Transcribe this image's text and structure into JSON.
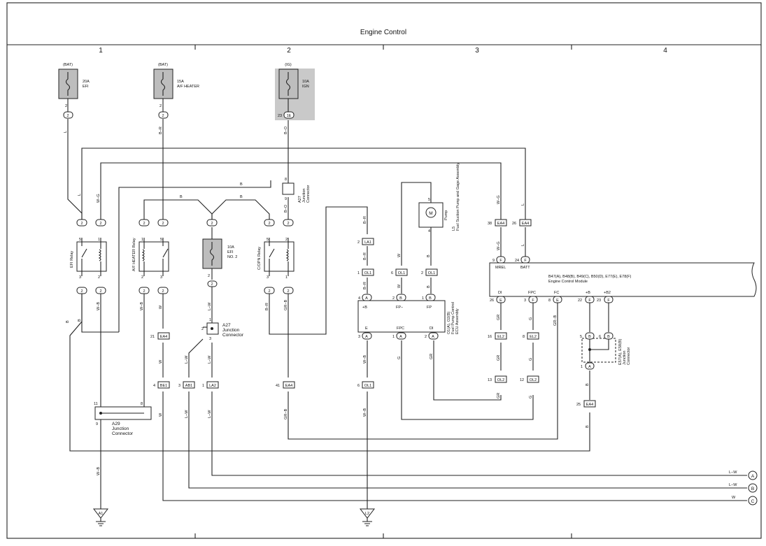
{
  "title": "Engine Control",
  "columns": [
    "1",
    "2",
    "3",
    "4"
  ],
  "fuses": [
    {
      "source": "(BAT)",
      "rating": "20A",
      "name": "EFI",
      "pin": "2"
    },
    {
      "source": "(BAT)",
      "rating": "15A",
      "name": "A/F HEATER",
      "pin": "2"
    },
    {
      "source": "(IG)",
      "rating": "10A",
      "name": "IGN",
      "pin": "23",
      "pin_connector": "1E"
    },
    {
      "rating": "10A",
      "name": "EFI",
      "name2": "NO. 2"
    }
  ],
  "relays": [
    "EFI Relay",
    "A/F HEATER Relay",
    "C/OPN Relay"
  ],
  "junctions": {
    "a27_top": [
      "A27",
      "Junction",
      "Connector"
    ],
    "a27_mid": [
      "A27",
      "Junction",
      "Connector"
    ],
    "a29": [
      "A29",
      "Junction",
      "Connector"
    ],
    "e57": [
      "E57(A), E58(B)",
      "Junction",
      "Connector"
    ]
  },
  "components": {
    "pump_label": "Pump",
    "pump_letter": "M",
    "pump_id": "L5",
    "pump_desc": "Fuel Suction Pump and Gage Assembly",
    "fp_ecu_id": "O1(A), O2(B)",
    "fp_ecu_name": "Fuel Pump Control",
    "fp_ecu_name2": "ECU Assembly",
    "ecm_ids": "B47(A), B48(B), B49(C), B50(D), E77(E), E78(F)",
    "ecm_name": "Engine Control Module",
    "fp_ecu_pins": {
      "b_plus": "+B",
      "fp_minus": "FP−",
      "fp": "FP",
      "e": "E",
      "fpc": "FPC",
      "di": "DI"
    },
    "ecm_pins": {
      "mrel": "MREL",
      "batt": "BATT",
      "di": "DI",
      "fpc": "FPC",
      "fc": "FC",
      "b_plus": "+B",
      "b2": "+B2"
    }
  },
  "connectors": {
    "la1": "LA1",
    "ol1": "OL1",
    "ea4": "EA4",
    "be1": "BE1",
    "ab1": "AB1",
    "la2": "LA2",
    "el2": "EL2",
    "ol2": "OL2",
    "a": "A",
    "b": "B",
    "c": "C",
    "e": "E",
    "f": "F",
    "two": "2"
  },
  "wire_colors": {
    "l": "L",
    "b_r": "B−R",
    "b_o": "B−O",
    "b": "B",
    "w_g": "W−G",
    "w_b": "W−B",
    "w": "W",
    "l_w": "L−W",
    "gr_b": "GR−B",
    "gr": "GR",
    "g": "G"
  },
  "pins": {
    "p1": "1",
    "p2": "2",
    "p3": "3",
    "p4": "4",
    "p5": "5",
    "p6": "6",
    "p8": "8",
    "p9": "9",
    "p11": "11",
    "p12": "12",
    "p13": "13",
    "p16": "16",
    "p21": "21",
    "p22": "22",
    "p23": "23",
    "p24": "24",
    "p25": "25",
    "p26": "26",
    "p38": "38",
    "p41": "41"
  },
  "outputs": [
    {
      "color": "L−W",
      "label": "A"
    },
    {
      "color": "L−W",
      "label": "B"
    },
    {
      "color": "W",
      "label": "C"
    }
  ],
  "grounds": [
    "A1",
    "L2"
  ]
}
